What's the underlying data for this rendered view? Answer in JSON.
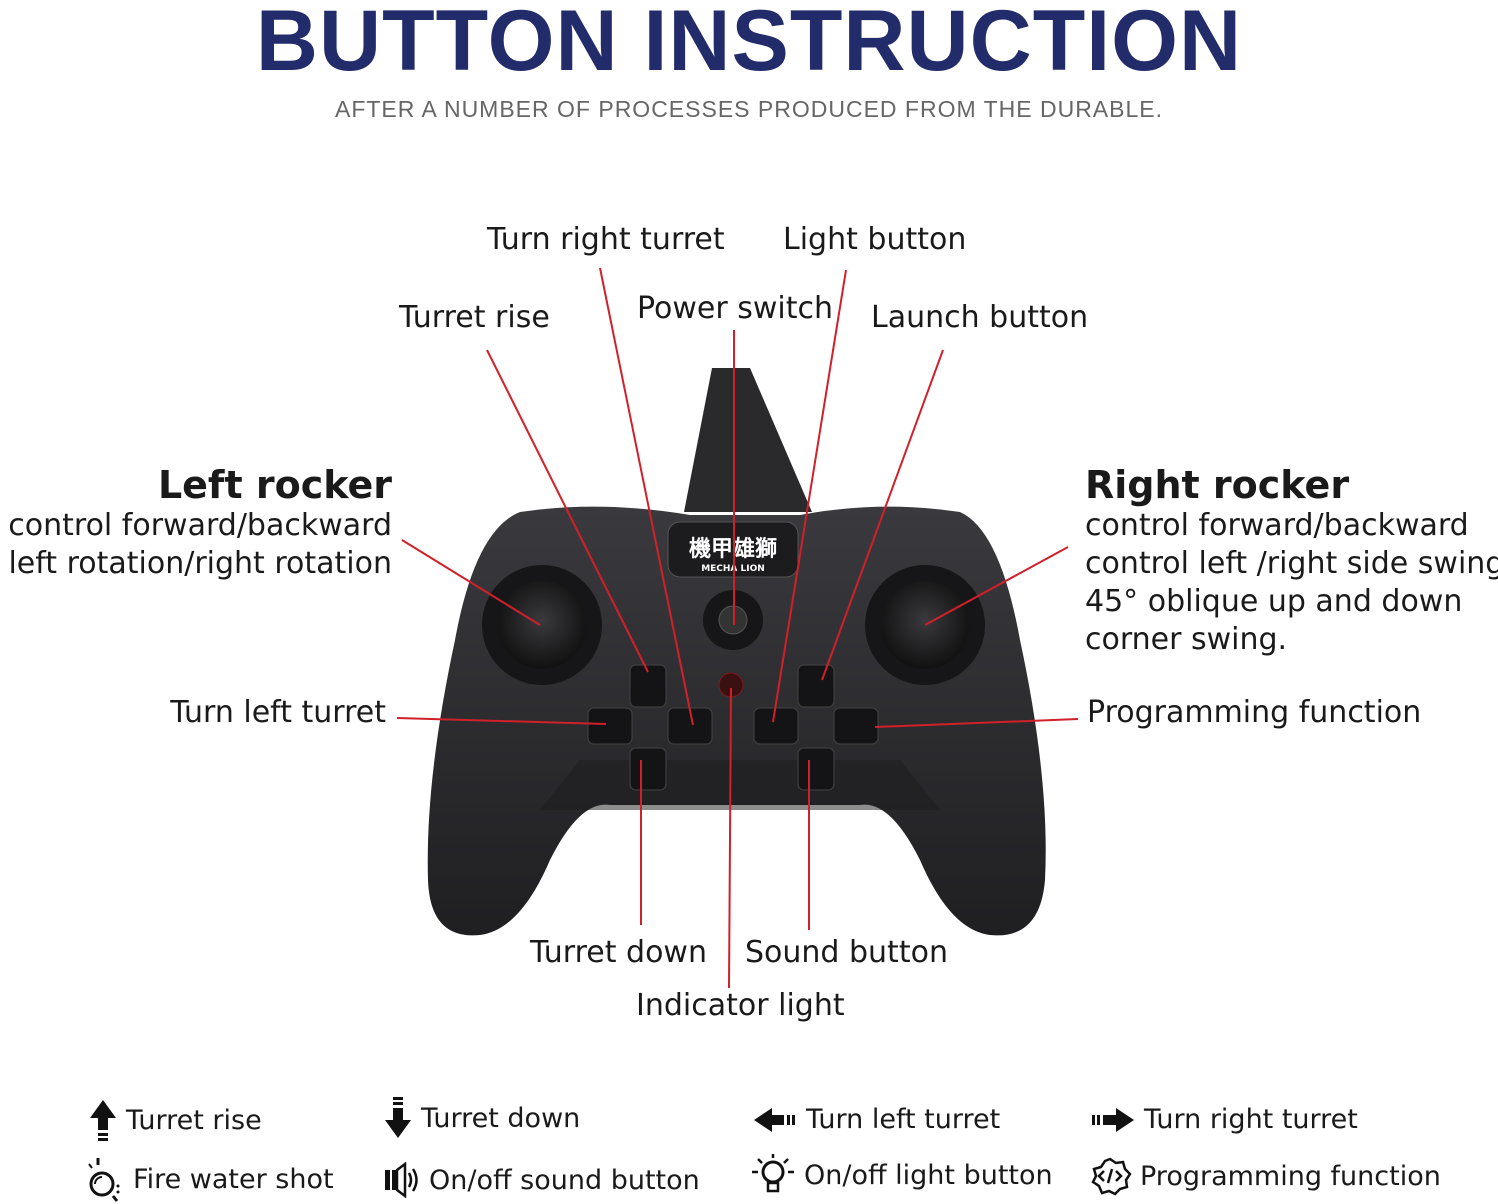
{
  "header": {
    "title": "BUTTON INSTRUCTION",
    "subtitle": "AFTER A NUMBER OF PROCESSES PRODUCED FROM THE DURABLE."
  },
  "controller": {
    "logo_text": "機甲雄獅",
    "logo_subtext": "MECHA LION"
  },
  "callouts": {
    "turn_right_turret": "Turn right turret",
    "light_button": "Light button",
    "turret_rise": "Turret rise",
    "power_switch": "Power switch",
    "launch_button": "Launch button",
    "left_rocker": {
      "title": "Left rocker",
      "lines": [
        "control  forward/backward",
        "left rotation/right rotation"
      ]
    },
    "right_rocker": {
      "title": "Right rocker",
      "lines": [
        "control forward/backward",
        "control left /right side swing",
        "45° oblique up and down",
        "corner swing."
      ]
    },
    "turn_left_turret": "Turn left turret",
    "programming_function": "Programming function",
    "turret_down": "Turret down",
    "sound_button": "Sound button",
    "indicator_light": "Indicator light"
  },
  "legend": [
    {
      "icon": "arrow-up-icon",
      "label": "Turret rise"
    },
    {
      "icon": "arrow-down-icon",
      "label": "Turret down"
    },
    {
      "icon": "arrow-left-icon",
      "label": "Turn left turret"
    },
    {
      "icon": "arrow-right-icon",
      "label": "Turn right turret"
    },
    {
      "icon": "water-shot-icon",
      "label": "Fire water shot"
    },
    {
      "icon": "speaker-icon",
      "label": "On/off sound button"
    },
    {
      "icon": "light-bulb-icon",
      "label": "On/off light button"
    },
    {
      "icon": "code-gear-icon",
      "label": "Programming function"
    }
  ],
  "colors": {
    "title": "#232c6b",
    "leader_line": "#d0202a",
    "controller": "#2b2b2e"
  }
}
